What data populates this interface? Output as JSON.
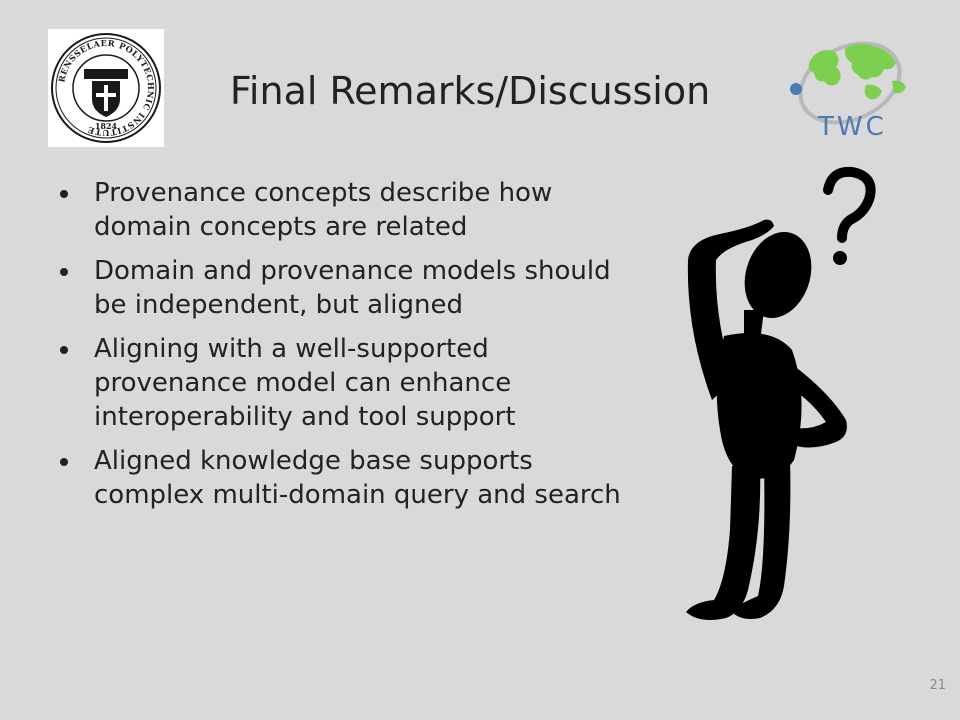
{
  "slide": {
    "title": "Final Remarks/Discussion",
    "bullets": [
      "Provenance concepts describe how domain concepts are related",
      "Domain and provenance models should be independent, but aligned",
      "Aligning with a well-supported provenance model can enhance interoperability and tool support",
      "Aligned knowledge base supports complex multi-domain query and search"
    ],
    "page_number": "21"
  },
  "logos": {
    "seal_text": "RENSSELAER POLYTECHNIC INSTITUTE",
    "seal_year": "1824",
    "twc_text": "TWC",
    "twc_color": "#4a7ab8",
    "globe_color": "#7ccf4f"
  },
  "colors": {
    "background": "#d9d9d9",
    "text": "#222222"
  }
}
